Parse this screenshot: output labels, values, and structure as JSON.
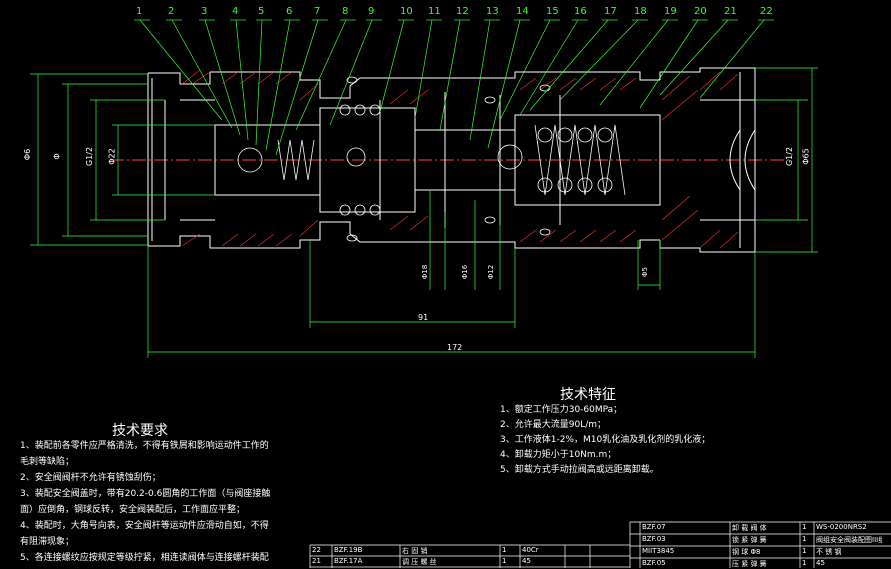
{
  "balloons": [
    "1",
    "2",
    "3",
    "4",
    "5",
    "6",
    "7",
    "8",
    "9",
    "10",
    "11",
    "12",
    "13",
    "14",
    "15",
    "16",
    "17",
    "18",
    "19",
    "20",
    "21",
    "22"
  ],
  "dimensions": {
    "overall_length": "172",
    "middle_length": "91",
    "left_outer": "Φ6",
    "left_inner": "Φ",
    "left_thread": "G1/2",
    "left_bore": "Φ22",
    "right_thread": "G1/2",
    "right_outer": "Φ65",
    "bottom_1": "Φ18",
    "bottom_2": "Φ16",
    "bottom_3": "Φ12",
    "bottom_4": "Φ5"
  },
  "tech_req": {
    "title": "技术要求",
    "items": [
      "1、装配前各零件应严格清洗，不得有铁屑和影响运动件工作的",
      "   毛刺等缺陷；",
      "2、安全阀阀杆不允许有锈蚀刮伤；",
      "3、装配安全阀盖时，带有20.2-0.6圆角的工作面（与阀座接触",
      "   面）应倒角，钢球反转，安全阀装配后，工作面应平整；",
      "4、装配时，大角号向表，安全阀杆等运动件应滑动自如，不得",
      "   有阻滞现象；",
      "5、各连接螺纹应按规定等级拧紧，相连读阀体与连接螺杆装配"
    ]
  },
  "tech_spec": {
    "title": "技术特征",
    "items": [
      "1、额定工作压力30-60MPa；",
      "2、允许最大流量90L/m；",
      "3、工作液体1-2%，M10乳化油及乳化剂的乳化液；",
      "4、卸载力矩小于10Nm.m；",
      "5、卸载方式手动拉阀高或远距离卸载。"
    ]
  },
  "parts_rows": [
    [
      "22",
      "BZF.19B",
      "右 固 销",
      "1",
      "40Cr",
      "",
      ""
    ],
    [
      "21",
      "BZF.17A",
      "调 压 螺 丝",
      "1",
      "45",
      "",
      ""
    ]
  ],
  "title_rows": [
    [
      "BZF.07",
      "卸 载 阀 体",
      "1",
      "WS-0200NRS2",
      ""
    ],
    [
      "BZF.03",
      "锁 紧 弹 簧",
      "1",
      "阀组安全阀装配图III组",
      ""
    ],
    [
      "MIIT3845",
      "钢 球 Φ8",
      "1",
      "不 锈 钢",
      ""
    ],
    [
      "BZF.05",
      "压 紧 弹 簧",
      "1",
      "45",
      ""
    ]
  ]
}
